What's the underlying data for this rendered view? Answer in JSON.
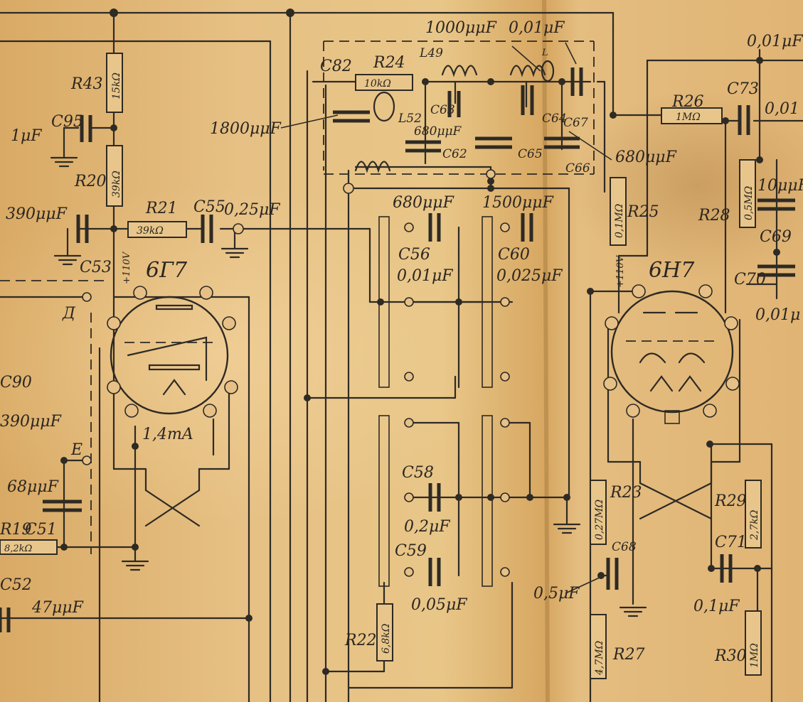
{
  "labels": {
    "r43": "R43",
    "r43_val": "15kΩ",
    "c95": "C95",
    "c95_val": "1μF",
    "r20": "R20",
    "r20_val": "39kΩ",
    "c390": "390μμF",
    "r21": "R21",
    "r21_val": "39kΩ",
    "c55": "C55",
    "c55_val": "0,25μF",
    "c53": "C53",
    "v110a": "+110V",
    "tube1": "6Г7",
    "d": "Д",
    "e": "E",
    "c90": "C90",
    "c90_val": "390μμF",
    "c68val": "68μμF",
    "r19": "R19",
    "c51": "C51",
    "r19_val": "8,2kΩ",
    "ma": "1,4mA",
    "c52": "C52",
    "c52_val": "47μμF",
    "c82": "C82",
    "c1800": "1800μμF",
    "r24": "R24",
    "r24_val": "10kΩ",
    "l49": "L49",
    "l52": "L52",
    "c1000": "1000μμF",
    "c001top": "0,01μF",
    "c63": "C63",
    "c680a": "680μμF",
    "c62": "C62",
    "c65": "C65",
    "c64": "C64",
    "c67": "C67",
    "c66": "C66",
    "l_": "L",
    "c680b": "680μμF",
    "c56": "C56",
    "c56_val": "0,01μF",
    "c1500": "1500μμF",
    "c60": "C60",
    "c60_val": "0,025μF",
    "c58": "C58",
    "c58_val": "0,2μF",
    "c59": "C59",
    "c59_val": "0,05μF",
    "r22": "R22",
    "r22_val": "6,8kΩ",
    "c680c": "680μμF",
    "r25": "R25",
    "r25_val": "0,1MΩ",
    "v110b": "+110V",
    "tube2": "6H7",
    "c001r": "0,01μF",
    "c73": "C73",
    "c001r2": "0,01",
    "r26": "R26",
    "r26_val": "1MΩ",
    "r28": "R28",
    "r28_val": "0,5MΩ",
    "c10mu": "10μμF",
    "c69": "C69",
    "c70": "C70",
    "c001r3": "0,01μ",
    "r23": "R23",
    "r23_val": "0,27MΩ",
    "c68": "C68",
    "c05": "0,5μF",
    "r27": "R27",
    "r27_val": "4,7MΩ",
    "r29": "R29",
    "r29_val": "2,7kΩ",
    "c71": "C71",
    "c71_val": "0,1μF",
    "r30": "R30",
    "r30_val": "1MΩ"
  }
}
